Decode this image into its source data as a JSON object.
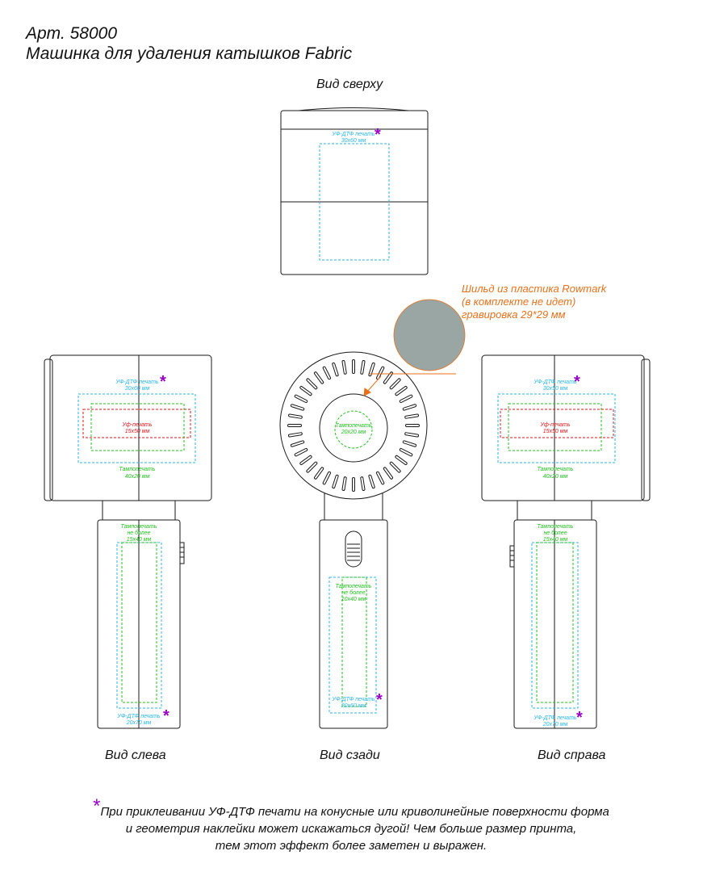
{
  "header": {
    "article": "Арт. 58000",
    "product": "Машинка для удаления катышков Fabric"
  },
  "views": {
    "top": "Вид сверху",
    "left": "Вид слева",
    "back": "Вид сзади",
    "right": "Вид справа"
  },
  "plate": {
    "line1": "Шильд из пластика Rowmark",
    "line2": "(в комплекте не идет)",
    "line3": "гравировка 29*29 мм"
  },
  "top_view": {
    "uv_dtf_label": "УФ-ДТФ печать",
    "uv_dtf_size": "30х60 мм"
  },
  "left_view": {
    "uv_dtf_label": "УФ-ДТФ печать",
    "uv_dtf_size": "30х60 мм",
    "uv_label": "Уф-печать",
    "uv_size": "15х50 мм",
    "pad_label": "Тампопечать",
    "pad_size": "40х20 мм",
    "handle_pad_label": "Тампопечать",
    "handle_pad_limit": "не более",
    "handle_pad_size": "15х40 мм",
    "handle_dtf_label": "УФ-ДТФ печать",
    "handle_dtf_size": "20х70 мм"
  },
  "back_view": {
    "disc_pad_label": "Тампопечать",
    "disc_pad_size": "20х20 мм",
    "handle_pad_label": "Тампопечать",
    "handle_pad_limit": "не более",
    "handle_pad_size": "10х40 мм",
    "handle_dtf_label": "УФ-ДТФ печать",
    "handle_dtf_size": "20х60 мм"
  },
  "right_view": {
    "uv_dtf_label": "УФ-ДТФ печать",
    "uv_dtf_size": "30х50 мм",
    "uv_label": "Уф-печать",
    "uv_size": "15х50 мм",
    "pad_label": "Тампопечать",
    "pad_size": "40х20 мм",
    "handle_pad_label": "Тампопечать",
    "handle_pad_limit": "не более",
    "handle_pad_size": "15х40 мм",
    "handle_dtf_label": "УФ-ДТФ печать",
    "handle_dtf_size": "20х70 мм"
  },
  "footnote": {
    "star": "*",
    "line1": "При приклеивании УФ-ДТФ печати на конусные или криволинейные поверхности форма",
    "line2": "и геометрия наклейки может искажаться дугой! Чем больше размер принта,",
    "line3": "тем этот эффект более заметен и выражен."
  },
  "colors": {
    "outline": "#1a1a1a",
    "uv_dtf": "#29b6e8",
    "uv": "#e0161b",
    "pad": "#22c21f",
    "plate_text": "#e8701a",
    "plate_fill": "#9aa6a3",
    "star": "#9a00c8",
    "handle_fill": "#ffffff"
  }
}
